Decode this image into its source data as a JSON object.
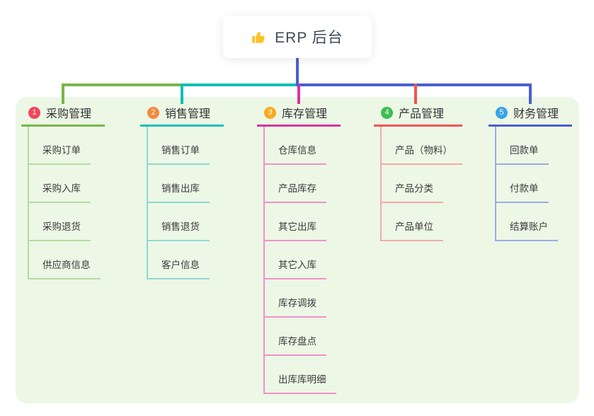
{
  "root": {
    "title": "ERP 后台",
    "icon": "thumbs-up-icon",
    "icon_color": "#fcc32c",
    "line_color": "#4a5ed0"
  },
  "panel": {
    "background_color": "#ecf7e6"
  },
  "branches": [
    {
      "num": "1",
      "label": "采购管理",
      "badge_color": "#f4455c",
      "line_color": "#7ab648",
      "child_line_color": "#b5db9d",
      "children": [
        "采购订单",
        "采购入库",
        "采购退货",
        "供应商信息"
      ]
    },
    {
      "num": "2",
      "label": "销售管理",
      "badge_color": "#f6893f",
      "line_color": "#12c0b4",
      "child_line_color": "#8fd9d1",
      "children": [
        "销售订单",
        "销售出库",
        "销售退货",
        "客户信息"
      ]
    },
    {
      "num": "3",
      "label": "库存管理",
      "badge_color": "#f9a91e",
      "line_color": "#d8359f",
      "child_line_color": "#f191c8",
      "children": [
        "仓库信息",
        "产品库存",
        "其它出库",
        "其它入库",
        "库存调拨",
        "库存盘点",
        "出库库明细"
      ]
    },
    {
      "num": "4",
      "label": "产品管理",
      "badge_color": "#3bbf52",
      "line_color": "#f05454",
      "child_line_color": "#f5a9a6",
      "children": [
        "产品（物料）",
        "产品分类",
        "产品单位"
      ]
    },
    {
      "num": "5",
      "label": "财务管理",
      "badge_color": "#38a3e3",
      "line_color": "#4a5ed0",
      "child_line_color": "#9cabe4",
      "children": [
        "回款单",
        "付款单",
        "结算账户"
      ]
    }
  ]
}
